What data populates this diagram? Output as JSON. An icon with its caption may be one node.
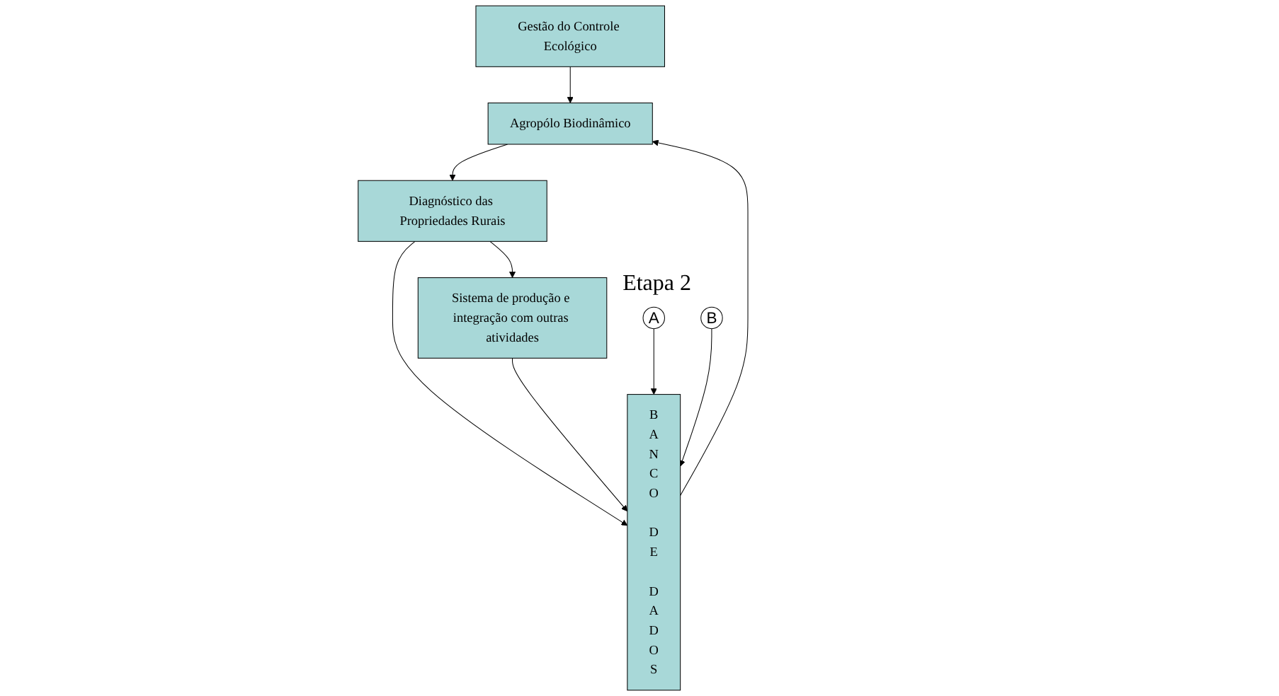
{
  "diagram": {
    "nodes": [
      {
        "text": [
          "Gestão do Controle Ecológico"
        ]
      },
      {
        "text": [
          "Agropólo Biodinâmico"
        ]
      },
      {
        "text": [
          "Diagnóstico das Propriedades Rurais"
        ]
      },
      {
        "text": [
          "Sistema de produção e integração com outras atividades"
        ]
      },
      {
        "text": [
          "BANCO DE DADOS"
        ]
      },
      {
        "text": [
          "A"
        ],
        "beside": [
          "Etapa 2"
        ]
      },
      {
        "text": [
          "B"
        ]
      }
    ],
    "edges": [
      {
        "from": 0,
        "to": 1,
        "arrow": "to"
      },
      {
        "from": 4,
        "to": 1,
        "arrow": "to"
      },
      {
        "from": 1,
        "to": 2,
        "arrow": "to"
      },
      {
        "from": 2,
        "to": 4,
        "arrow": "to"
      },
      {
        "from": 2,
        "to": 3,
        "arrow": "to"
      },
      {
        "from": 3,
        "to": 4,
        "arrow": "to"
      },
      {
        "from": 5,
        "to": 4,
        "arrow": "to"
      },
      {
        "from": 6,
        "to": 4,
        "arrow": "to"
      }
    ]
  }
}
